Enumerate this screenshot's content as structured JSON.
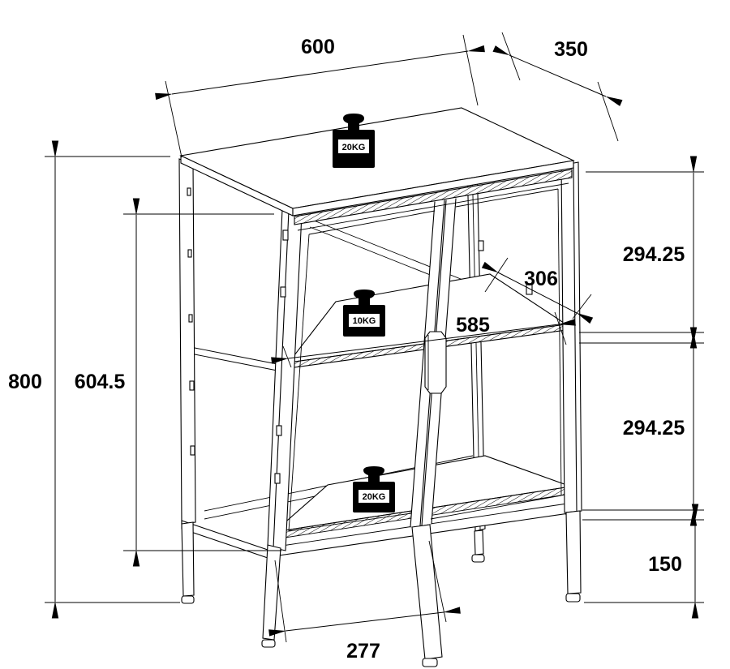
{
  "drawing": {
    "dims": {
      "top_width": "600",
      "top_depth": "350",
      "upper_right_height": "294.25",
      "shelf_depth": "306",
      "shelf_width": "585",
      "lower_right_height": "294.25",
      "overall_height": "800",
      "interior_height": "604.5",
      "leg_height": "150",
      "front_leg_spacing": "277"
    },
    "weights": {
      "top": "20KG",
      "middle_shelf": "10KG",
      "bottom_shelf": "20KG"
    },
    "colors": {
      "line": "#000000",
      "background": "#ffffff"
    }
  }
}
